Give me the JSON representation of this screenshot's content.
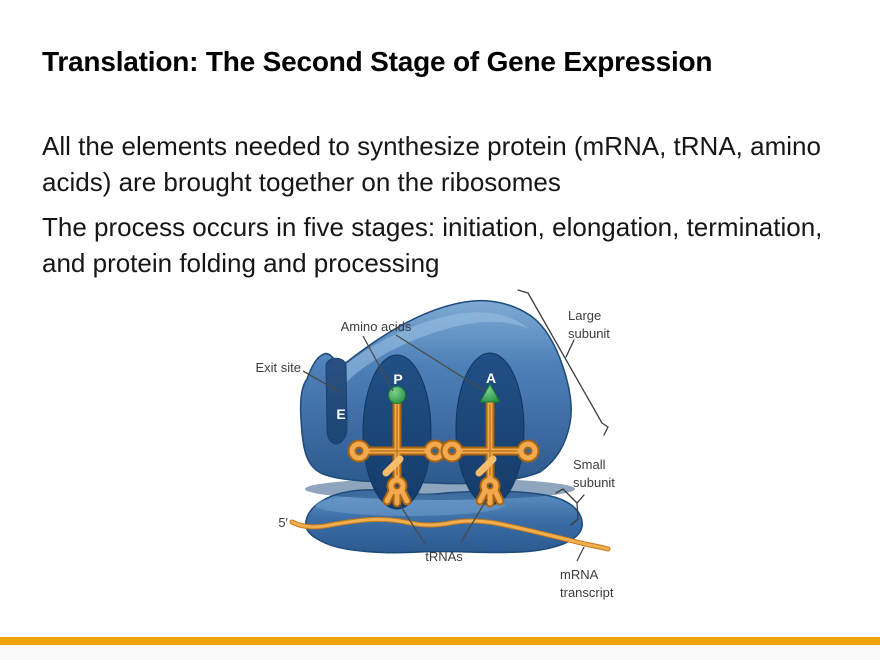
{
  "slide": {
    "title": "Translation: The Second Stage of Gene Expression",
    "paragraphs": [
      "All the elements needed to synthesize protein (mRNA, tRNA, amino acids) are brought together on the ribosomes",
      "The process occurs in five stages: initiation, elongation, termination, and protein folding and processing"
    ]
  },
  "figure": {
    "labels": {
      "amino_acids": "Amino acids",
      "exit_site": "Exit site",
      "large_subunit_line1": "Large",
      "large_subunit_line2": "subunit",
      "small_subunit_line1": "Small",
      "small_subunit_line2": "subunit",
      "trnas": "tRNAs",
      "mrna_line1": "mRNA",
      "mrna_line2": "transcript",
      "five_prime": "5′",
      "site_e": "E",
      "site_p": "P",
      "site_a": "A"
    },
    "colors": {
      "ribosome_blue": "#4679B1",
      "ribosome_highlight": "#8FB8DE",
      "ribosome_dark_rim": "#1D4B7C",
      "site_oval_blue": "#1C4B80",
      "trna_orange": "#F3A94E",
      "trna_outline": "#A96510",
      "amino_acid_green": "#2E9E4F",
      "mrna_orange": "#E9A23B",
      "label_text": "#3C3C3C"
    }
  },
  "footer": {
    "accent_bar_color": "#F1A30B"
  }
}
